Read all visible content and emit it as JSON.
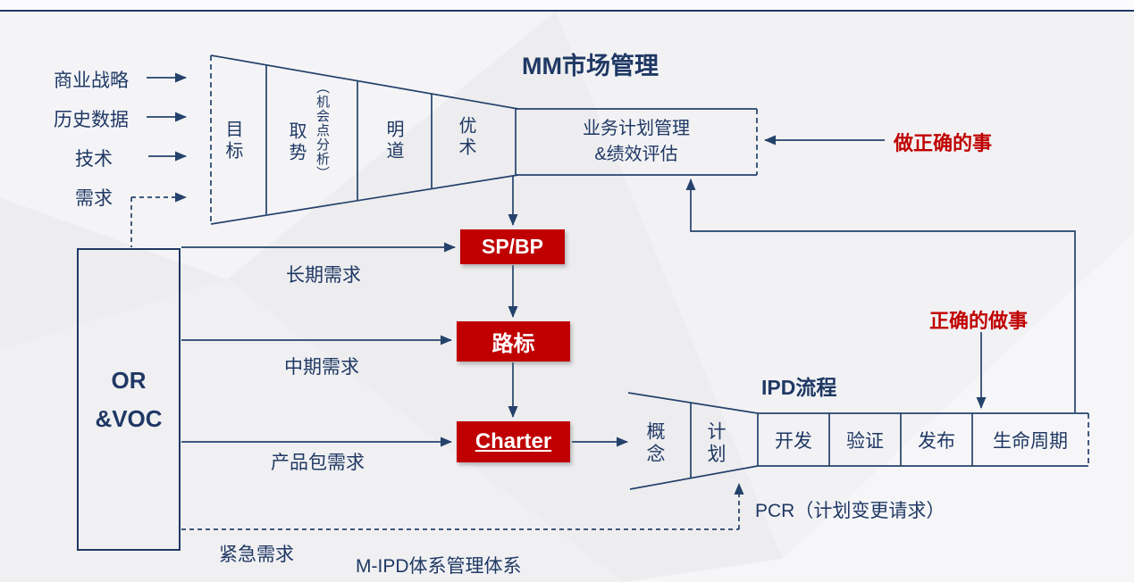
{
  "colors": {
    "navy": "#1f3864",
    "red": "#c00000"
  },
  "header": {
    "title": "MM市场管理"
  },
  "inputs": [
    {
      "label": "商业战略"
    },
    {
      "label": "历史数据"
    },
    {
      "label": "技术"
    },
    {
      "label": "需求"
    }
  ],
  "mm_funnel": {
    "stages": [
      {
        "label": "目标"
      },
      {
        "label": "取势",
        "note": "（机会点分析）"
      },
      {
        "label": "明道"
      },
      {
        "label": "优术"
      }
    ],
    "plan_box": {
      "line1": "业务计划管理",
      "line2": "&绩效评估"
    }
  },
  "callouts": {
    "do_right_thing": "做正确的事",
    "do_things_right": "正确的做事"
  },
  "pipeline": [
    {
      "label": "SP/BP"
    },
    {
      "label": "路标"
    },
    {
      "label": "Charter"
    }
  ],
  "demands": {
    "long": "长期需求",
    "mid": "中期需求",
    "package": "产品包需求",
    "urgent": "紧急需求"
  },
  "or_voc": {
    "line1": "OR",
    "line2": "&VOC"
  },
  "ipd": {
    "title": "IPD流程",
    "funnel_stages": [
      {
        "label": "概念"
      },
      {
        "label": "计划"
      }
    ],
    "phases": [
      {
        "label": "开发"
      },
      {
        "label": "验证"
      },
      {
        "label": "发布"
      },
      {
        "label": "生命周期"
      }
    ],
    "pcr": "PCR（计划变更请求）"
  },
  "footer": {
    "caption": "M-IPD体系管理体系"
  }
}
